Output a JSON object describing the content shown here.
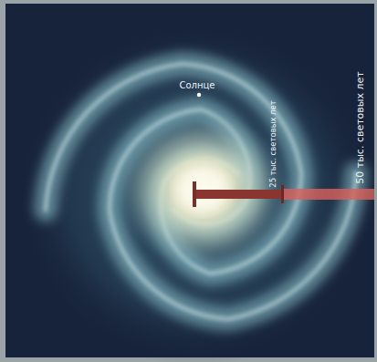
{
  "diagram": {
    "labels": [
      "Солнце",
      "25 тыс. световых лет",
      "50 тыс. световых лет"
    ]
  }
}
